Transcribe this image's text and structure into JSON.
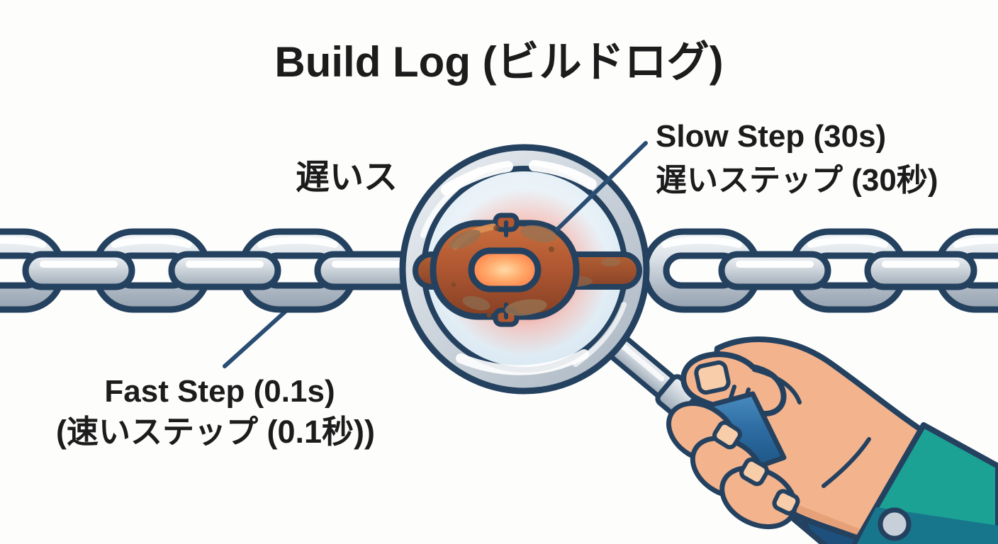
{
  "title": "Build Log (ビルドログ)",
  "annotations": {
    "partial_label": "遅いス",
    "slow_step": {
      "line1": "Slow Step (30s)",
      "line2": "遅いステップ (30秒)"
    },
    "fast_step": {
      "line1": "Fast Step (0.1s)",
      "line2": "(速いステップ (0.1秒))"
    }
  },
  "legend": {
    "fast_step_duration": "0.1s",
    "slow_step_duration": "30s"
  },
  "colors": {
    "outline_navy": "#24415f",
    "annotation_line": "#2a4d74",
    "chain_silver": "#c2cbd4",
    "rust_orange": "#b25832",
    "glow_red": "#ff4526",
    "lens_blue": "#e9f2f8",
    "handle_blue": "#2f6fa5",
    "sleeve_teal": "#1ba294",
    "sleeve_cuff": "#17758c",
    "skin": "#f3b38d",
    "title_text": "#1c1c1c"
  }
}
